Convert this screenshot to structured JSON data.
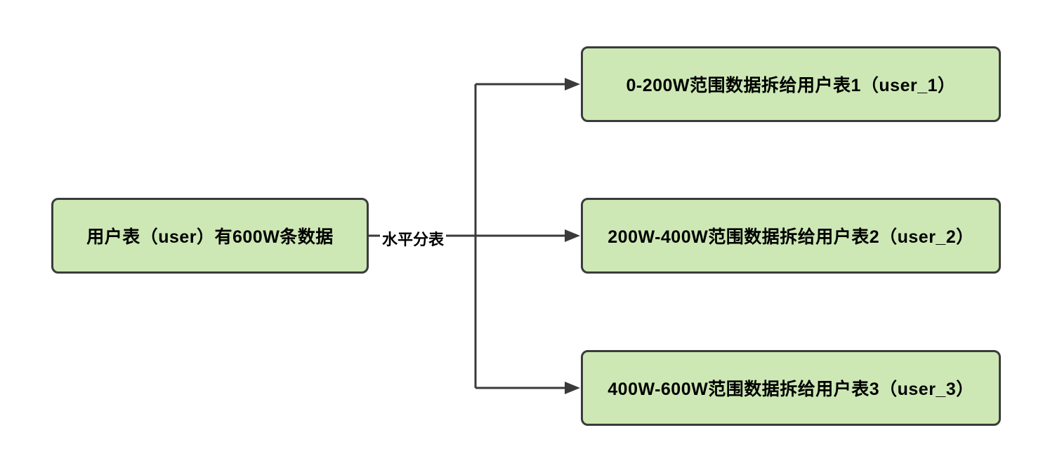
{
  "diagram": {
    "title": "horizontal-table-sharding",
    "source_box": {
      "label": "用户表（user）有600W条数据"
    },
    "edge_label": "水平分表",
    "target_boxes": [
      {
        "label": "0-200W范围数据拆给用户表1（user_1）"
      },
      {
        "label": "200W-400W范围数据拆给用户表2（user_2）"
      },
      {
        "label": "400W-600W范围数据拆给用户表3（user_3）"
      }
    ],
    "colors": {
      "background": "#ffffff",
      "box_fill": "#cde8b5",
      "box_border": "#3b3b3b",
      "line": "#3a3a3a",
      "text": "#000000"
    }
  }
}
